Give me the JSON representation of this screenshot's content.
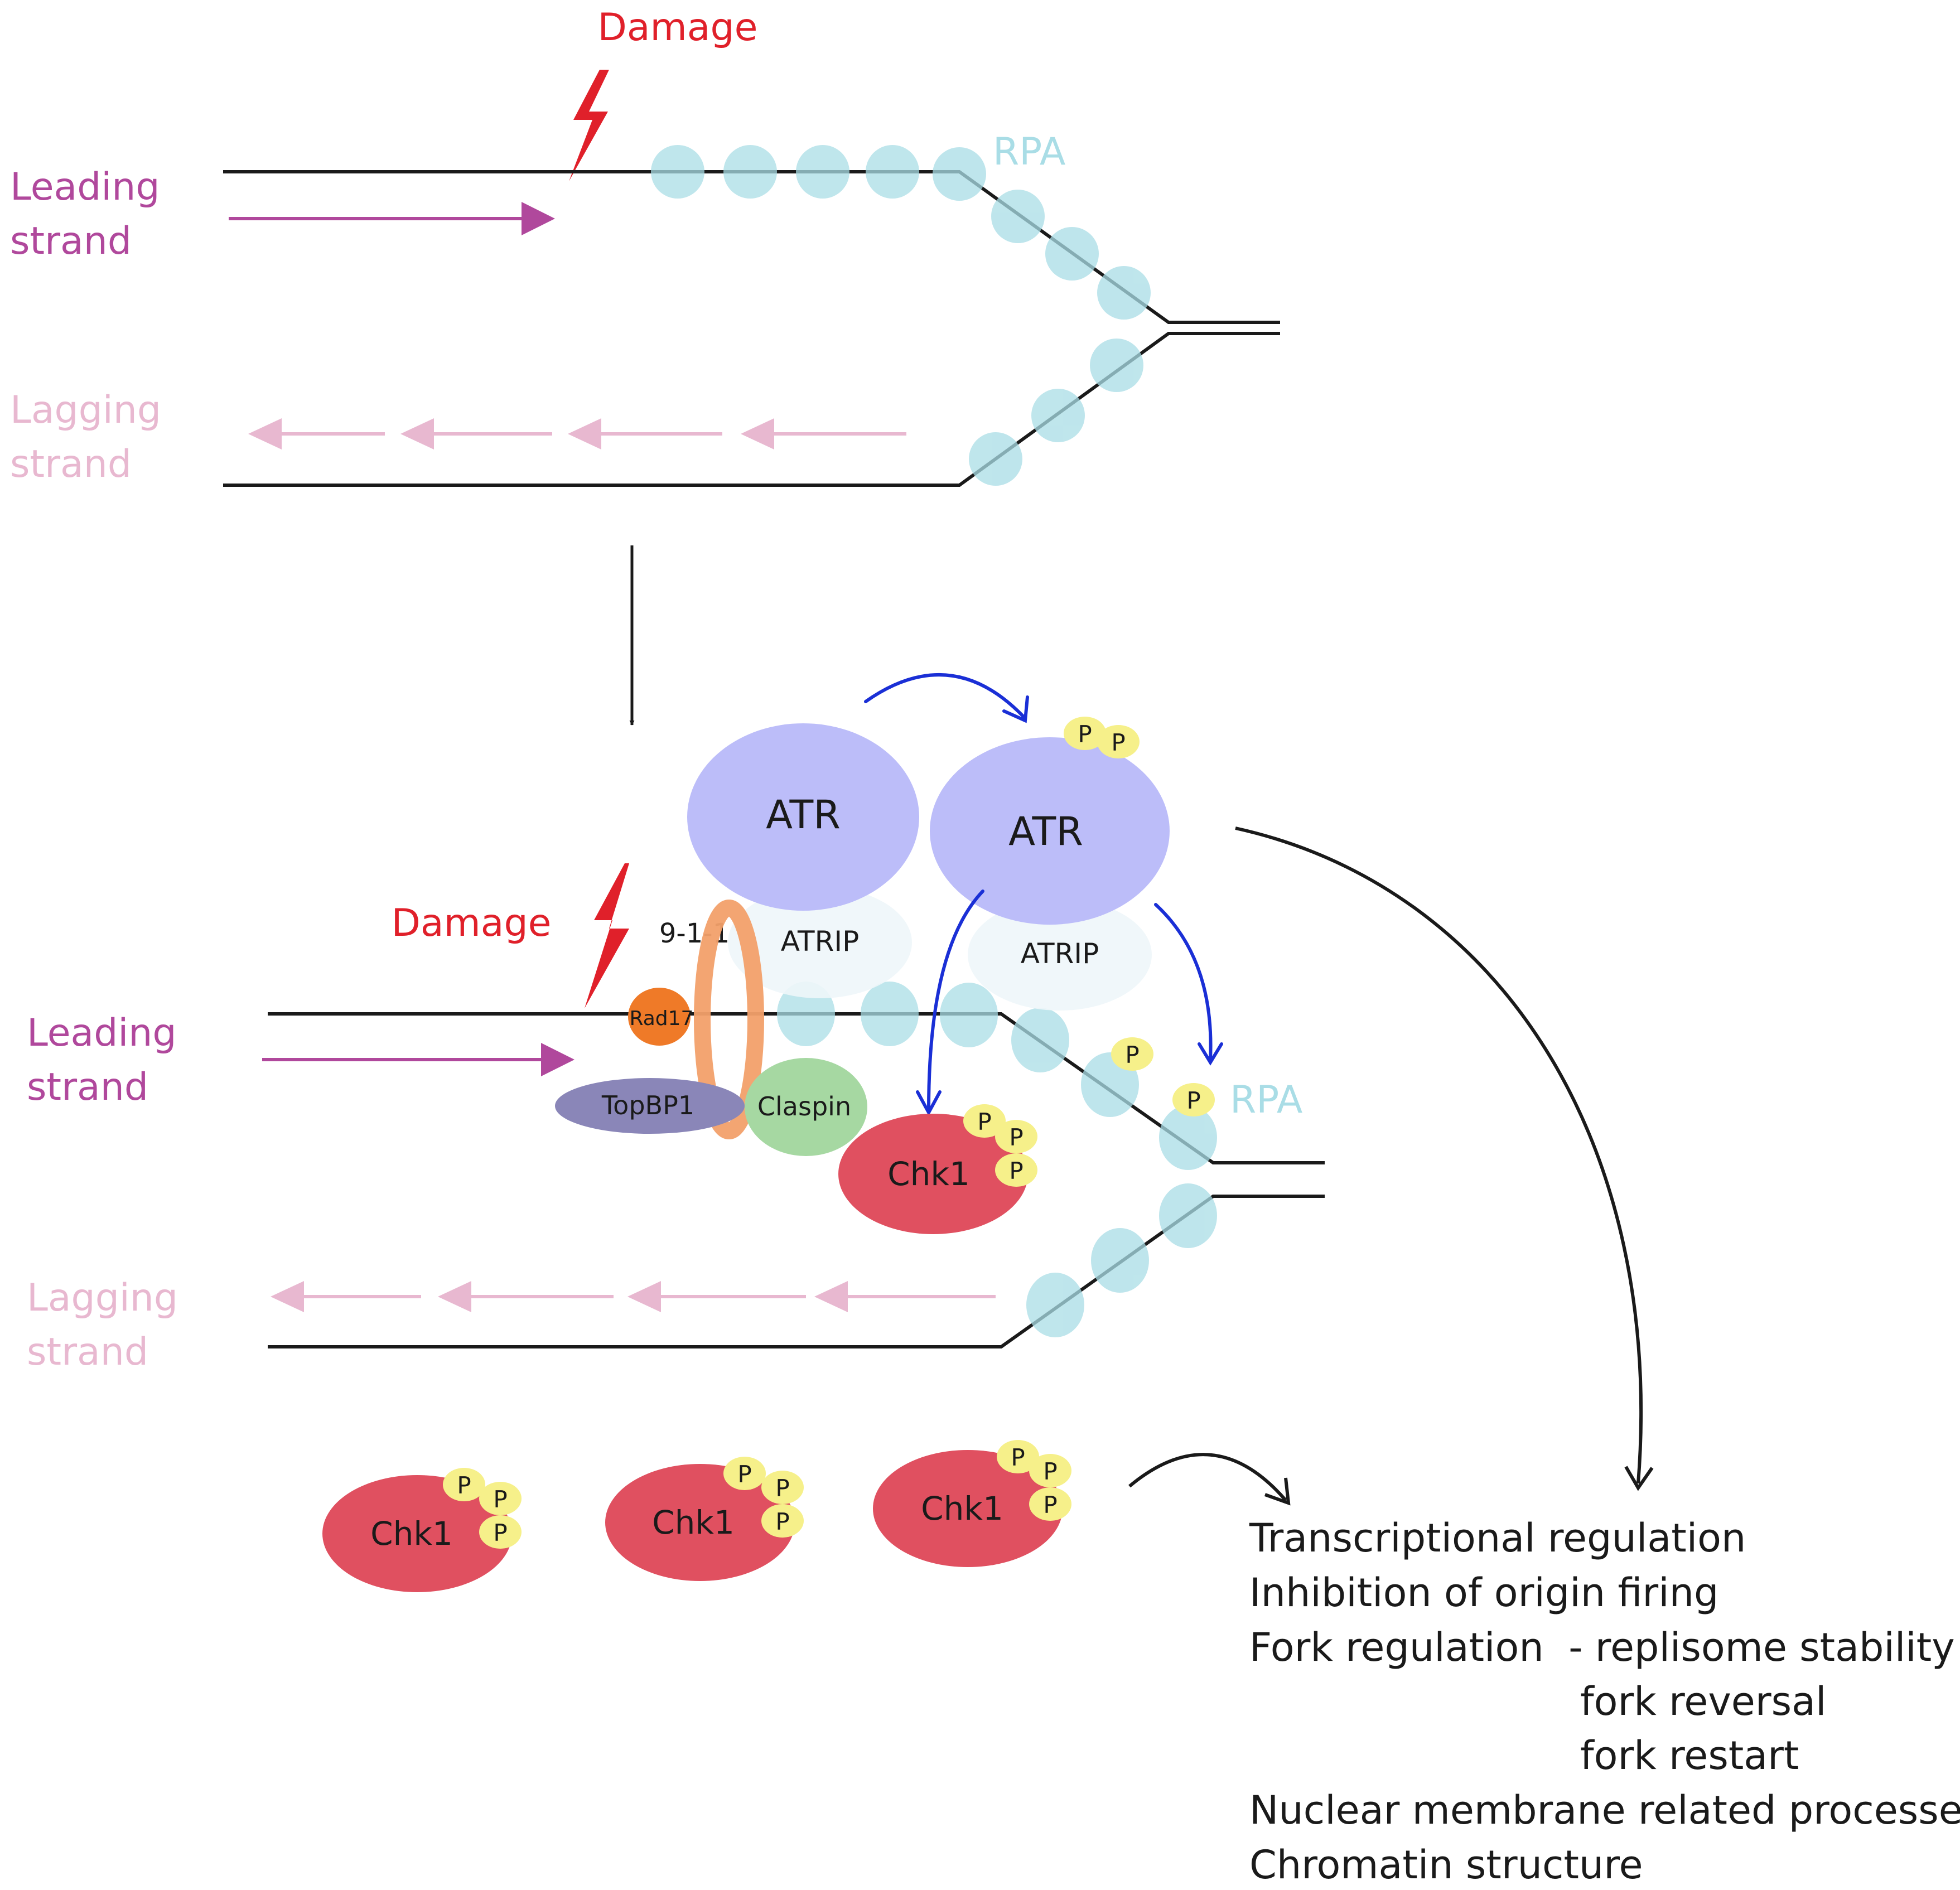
{
  "colors": {
    "dna": "#1a1a1a",
    "leading": "#b0489c",
    "lagging": "#e8b8d0",
    "damage": "#e0202a",
    "rpa": "#a9dde6",
    "atr": "#bcbdf9",
    "atrip": "#eef6fa",
    "chk1": "#e05060",
    "phospho": "#f6f08a",
    "rad17": "#ef7a28",
    "ring911": "#f2a06a",
    "topbp1": "#8a86b8",
    "claspin": "#a6d8a2",
    "blue_arrow": "#1a2fd6"
  },
  "top_panel": {
    "damage_label": "Damage",
    "rpa_label": "RPA",
    "leading_label": [
      "Leading",
      "strand"
    ],
    "lagging_label": [
      "Lagging",
      "strand"
    ]
  },
  "bottom_panel": {
    "damage_label": "Damage",
    "rpa_label": "RPA",
    "leading_label": [
      "Leading",
      "strand"
    ],
    "lagging_label": [
      "Lagging",
      "strand"
    ],
    "atr_label": "ATR",
    "atr_active_label": "ATR",
    "atrip_label": "ATRIP",
    "atrip_right_label": "ATRIP",
    "ring_label": "9-1-1",
    "rad17_label": "Rad17",
    "topbp1_label": "TopBP1",
    "claspin_label": "Claspin",
    "chk1_label": "Chk1",
    "phospho_label": "P"
  },
  "released_chk1": [
    "Chk1",
    "Chk1",
    "Chk1"
  ],
  "outcomes": [
    "Transcriptional regulation",
    "Inhibition of origin firing",
    "Fork regulation  - replisome stability",
    "fork reversal",
    "fork restart",
    "Nuclear membrane related processes",
    "Chromatin structure"
  ]
}
